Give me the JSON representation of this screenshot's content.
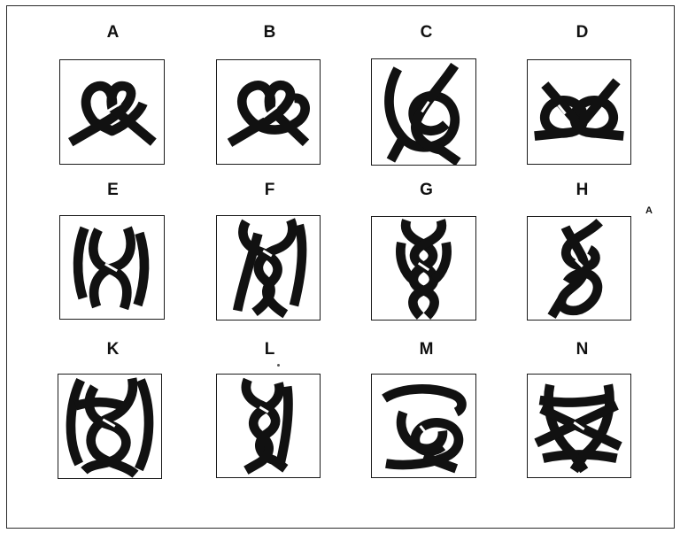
{
  "figure": {
    "panels": [
      {
        "id": "A",
        "label": "A"
      },
      {
        "id": "B",
        "label": "B"
      },
      {
        "id": "C",
        "label": "C"
      },
      {
        "id": "D",
        "label": "D"
      },
      {
        "id": "E",
        "label": "E"
      },
      {
        "id": "F",
        "label": "F"
      },
      {
        "id": "G",
        "label": "G"
      },
      {
        "id": "H",
        "label": "H"
      },
      {
        "id": "K",
        "label": "K"
      },
      {
        "id": "L",
        "label": "L"
      },
      {
        "id": "M",
        "label": "M"
      },
      {
        "id": "N",
        "label": "N"
      }
    ],
    "side_mark": "A"
  }
}
